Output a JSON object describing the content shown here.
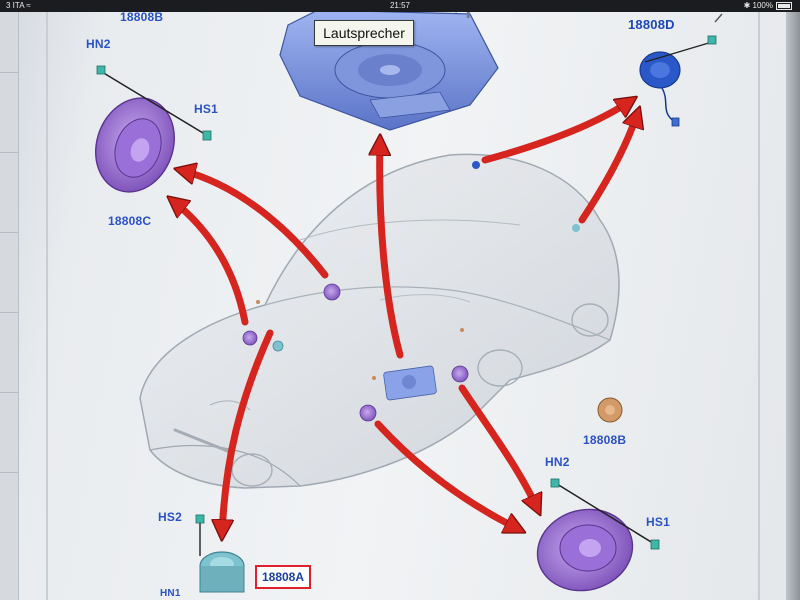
{
  "status_bar": {
    "carrier": "3 ITA",
    "time": "21:57",
    "battery": "100%"
  },
  "callout": {
    "label": "Lautsprecher"
  },
  "labels": {
    "top_left_part": "18808B",
    "front_left_hn": "HN2",
    "front_left_hs": "HS1",
    "front_left_part": "18808C",
    "rear_part": "18808D",
    "rear_right_part": "18808B",
    "front_right_hn": "HN2",
    "front_right_hs": "HS1",
    "bottom_hs": "HS2",
    "bottom_part": "18808A",
    "bottom_hn": "HN1"
  },
  "colors": {
    "arrow": "#d6241f",
    "speaker_purple": "#9b6fd1",
    "speaker_blue": "#2a58c8",
    "speaker_teal": "#7fc2cf",
    "label_blue": "#2a52c8",
    "highlight_box": "#e0212b"
  }
}
